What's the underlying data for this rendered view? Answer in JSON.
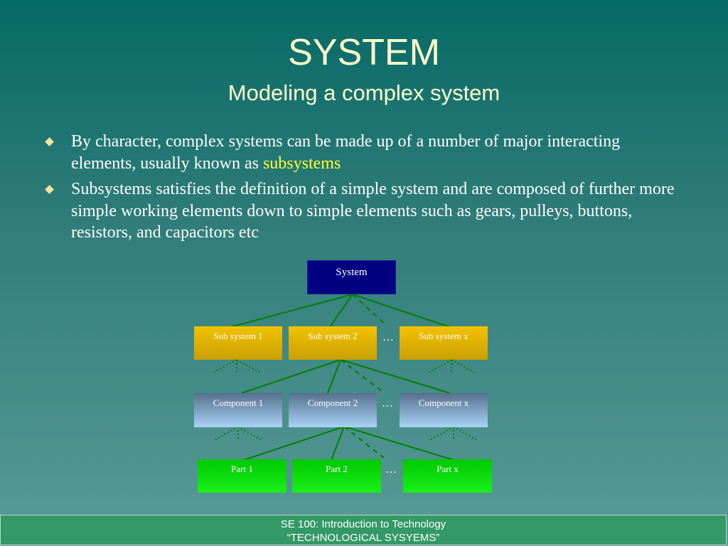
{
  "slide": {
    "title": "SYSTEM",
    "subtitle": "Modeling a complex system"
  },
  "bullets": [
    {
      "text_before": "By character, complex systems can be made up of a number of major interacting elements, usually known as ",
      "highlight": "subsystems",
      "text_after": ""
    },
    {
      "text_before": "Subsystems satisfies the definition of a simple system and are composed of further more simple working elements down to simple elements such as gears, pulleys, buttons, resistors, and capacitors etc",
      "highlight": "",
      "text_after": ""
    }
  ],
  "diagram": {
    "system": "System",
    "subsystems": [
      "Sub system 1",
      "Sub system 2",
      "Sub system x"
    ],
    "components": [
      "Component 1",
      "Component 2",
      "Component x"
    ],
    "parts": [
      "Part 1",
      "Part 2",
      "Part x"
    ],
    "ellipsis": "…"
  },
  "footer": {
    "line1": "SE 100: Introduction to Technology",
    "line2": "“TECHNOLOGICAL SYSYEMS”"
  },
  "colors": {
    "title": "#ffffcc",
    "highlight": "#ffff33",
    "system_box": "#000080",
    "subsystem_box": "#f2c200",
    "component_box": "#a9d2f5",
    "part_box": "#00e000",
    "connector": "#008000",
    "footer_bg": "#339966"
  }
}
